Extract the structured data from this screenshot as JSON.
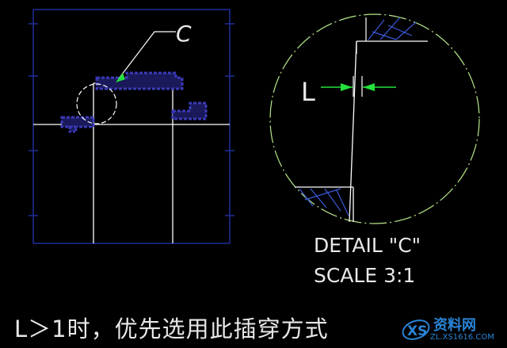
{
  "drawing": {
    "callout_label": "C",
    "dimension_label": "L",
    "detail_title": "DETAIL \"C\"",
    "detail_scale": "SCALE 3:1",
    "caption": "L＞1时，优先选用此插穿方式"
  },
  "watermark": {
    "brand": "资料网",
    "url": "ZL.XS1616.COM",
    "logo_letters": "XS"
  },
  "colors": {
    "background": "#000000",
    "frame": "#1f2f9a",
    "part": "#ffffff",
    "insert": "#3a3ab8",
    "leader": "#ffffff",
    "arrow": "#23e23a",
    "detail_circle": "#b8e88a",
    "text": "#e8e8e8",
    "hatch": "#3a5ad8"
  }
}
